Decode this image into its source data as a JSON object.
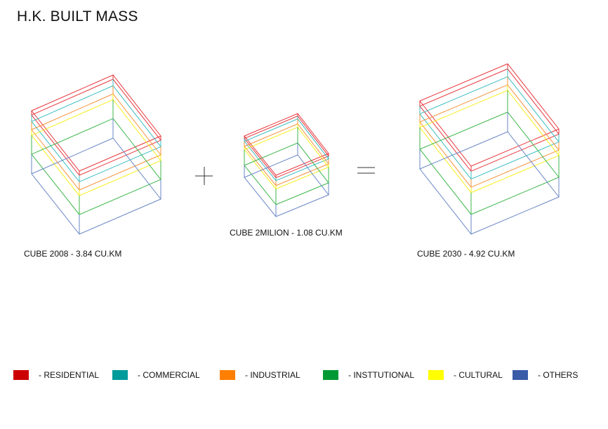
{
  "title": "H.K. BUILT MASS",
  "cubes": [
    {
      "label": "CUBE 2008 - 3.84 CU.KM",
      "layer_levels": [
        0,
        0.067,
        0.17,
        0.3,
        0.39,
        0.69,
        1
      ]
    },
    {
      "label": "CUBE 2MILION - 1.08 CU.KM",
      "layer_levels": [
        0,
        0.06,
        0.13,
        0.25,
        0.33,
        0.71,
        1
      ]
    },
    {
      "label": "CUBE 2030 - 4.92 CU.KM",
      "layer_levels": [
        0,
        0.075,
        0.19,
        0.31,
        0.39,
        0.71,
        1
      ]
    }
  ],
  "level_colors": [
    "#e8363c",
    "#e8363c",
    "#3bbcc0",
    "#f7923a",
    "#f5ef1c",
    "#3cb64a",
    "#6a86c4"
  ],
  "operators": {
    "plus": "+",
    "equals": "="
  },
  "legend": [
    {
      "label": "- RESIDENTIAL",
      "color": "#cc0000"
    },
    {
      "label": "- COMMERCIAL",
      "color": "#009b9b"
    },
    {
      "label": "- INDUSTRIAL",
      "color": "#ff7f00"
    },
    {
      "label": "- INSTTUTIONAL",
      "color": "#009933"
    },
    {
      "label": "- CULTURAL",
      "color": "#ffff00"
    },
    {
      "label": "- OTHERS",
      "color": "#3a5ca8"
    }
  ]
}
